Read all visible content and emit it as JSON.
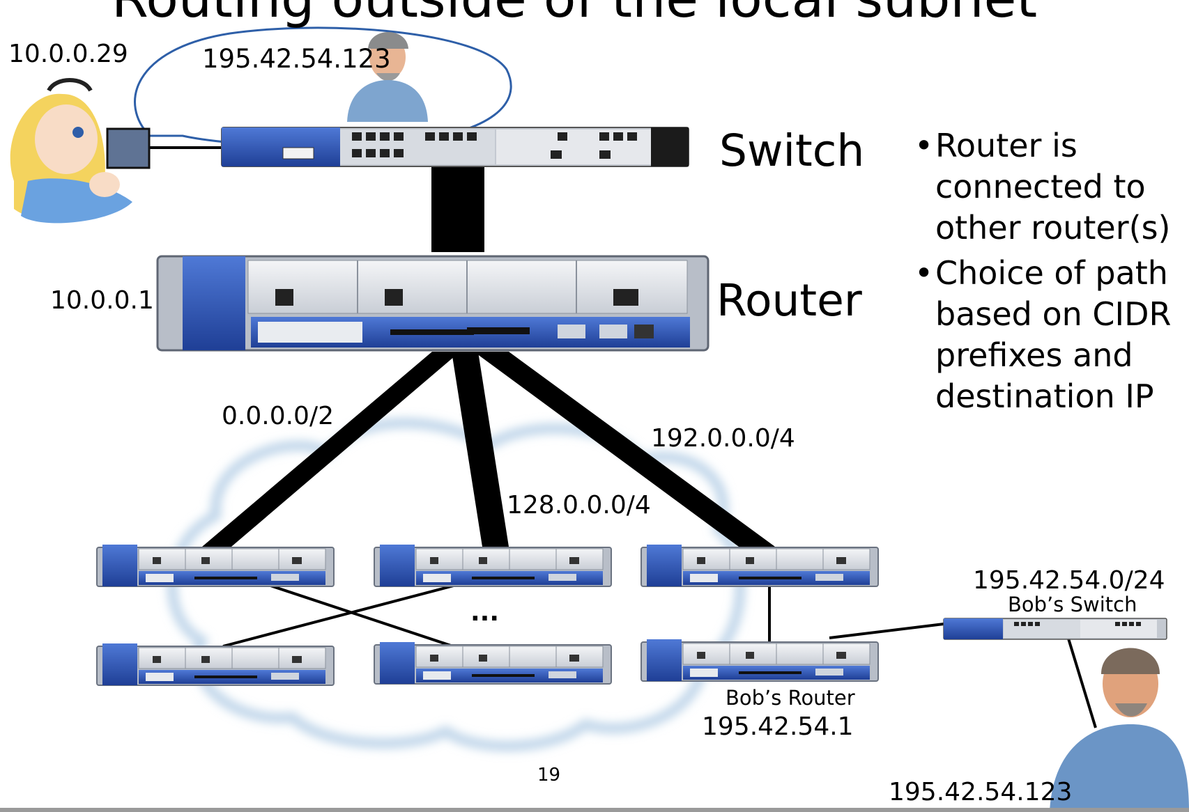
{
  "slide": {
    "title": "Routing outside of the local subnet",
    "page_number": "19"
  },
  "hosts": {
    "alice_ip": "10.0.0.29",
    "speech_ip": "195.42.54.123",
    "bob_ip": "195.42.54.123"
  },
  "devices": {
    "switch_label": "Switch",
    "router_label": "Router",
    "router_ip": "10.0.0.1",
    "bobs_switch_label": "Bob’s Switch",
    "bobs_subnet": "195.42.54.0/24",
    "bobs_router_label": "Bob’s Router",
    "bobs_router_ip": "195.42.54.1",
    "ellipsis": "..."
  },
  "links": {
    "prefix_left": "0.0.0.0/2",
    "prefix_middle": "128.0.0.0/4",
    "prefix_right": "192.0.0.0/4"
  },
  "bullets": [
    "Router is connected to other router(s)",
    "Choice of path based on CIDR prefixes and destination IP"
  ],
  "colors": {
    "device_blue": "#2f55b8",
    "panel_grey": "#d9dde3",
    "cloud": "#bcd3e8",
    "bubble_stroke": "#2e5fa8",
    "link": "#000000"
  }
}
